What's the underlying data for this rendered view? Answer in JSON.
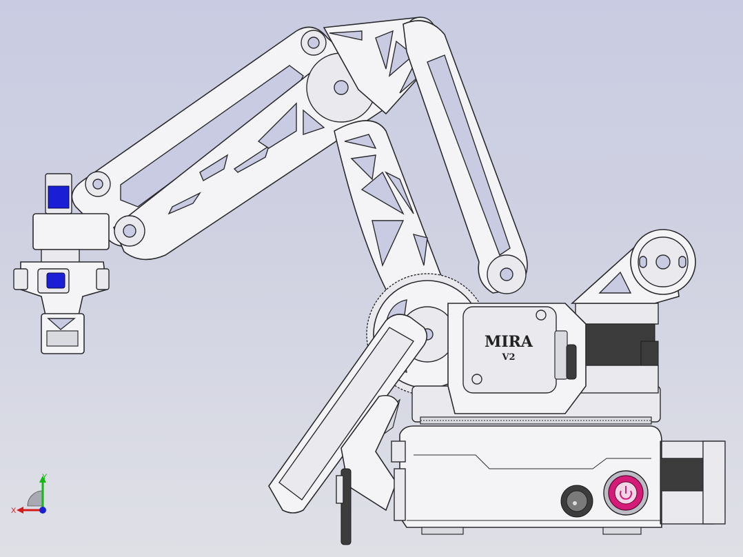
{
  "viewport": {
    "background_top": "#c9cbe2",
    "background_bottom": "#dfe0e6"
  },
  "model": {
    "logo_line1": "MIRA",
    "logo_line2": "V2",
    "power_button_color": "#d61a78",
    "gripper_accent_color": "#1a1fd6"
  },
  "triad": {
    "x_label": "X",
    "y_label": "Y",
    "x_color": "#d41a1a",
    "y_color": "#14b814",
    "z_color": "#1a1fd6"
  }
}
